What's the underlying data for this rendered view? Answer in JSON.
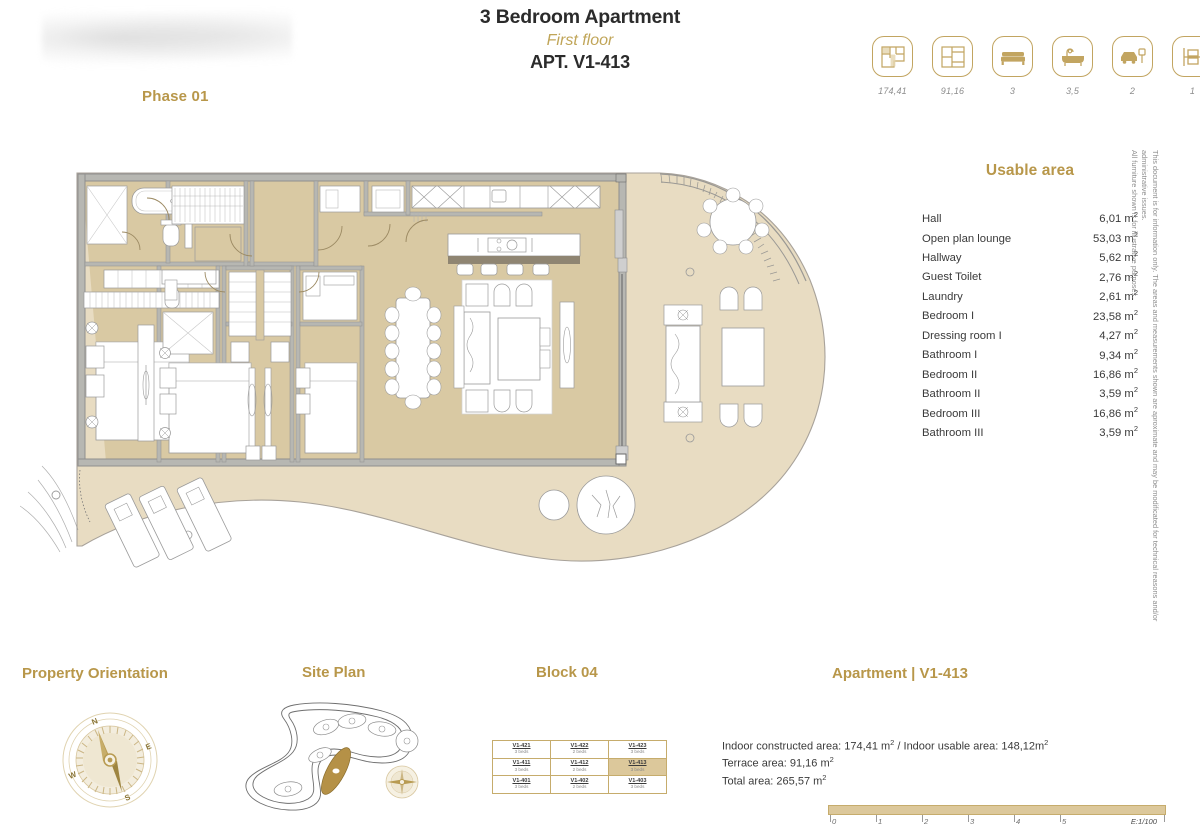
{
  "header": {
    "phase": "Phase 01",
    "title": "3 Bedroom Apartment",
    "floor": "First floor",
    "apartment": "APT. V1-413"
  },
  "spec_icons": [
    {
      "name": "floorplan-icon",
      "value": "174,41"
    },
    {
      "name": "terrace-plan-icon",
      "value": "91,16"
    },
    {
      "name": "bed-icon",
      "value": "3"
    },
    {
      "name": "bathtub-icon",
      "value": "3,5"
    },
    {
      "name": "car-parking-icon",
      "value": "2"
    },
    {
      "name": "storage-icon",
      "value": "1"
    }
  ],
  "usable_area": {
    "title": "Usable area",
    "rows": [
      {
        "room": "Hall",
        "area": "6,01 m"
      },
      {
        "room": "Open plan lounge",
        "area": "53,03 m"
      },
      {
        "room": "Hallway",
        "area": "5,62 m"
      },
      {
        "room": "Guest Toilet",
        "area": "2,76 m"
      },
      {
        "room": "Laundry",
        "area": "2,61 m"
      },
      {
        "room": "Bedroom I",
        "area": "23,58 m"
      },
      {
        "room": "Dressing room I",
        "area": "4,27 m"
      },
      {
        "room": "Bathroom I",
        "area": "9,34 m"
      },
      {
        "room": "Bedroom II",
        "area": "16,86 m"
      },
      {
        "room": "Bathroom II",
        "area": "3,59 m"
      },
      {
        "room": "Bedroom III",
        "area": "16,86 m"
      },
      {
        "room": "Bathroom III",
        "area": "3,59 m"
      }
    ]
  },
  "disclaimer": {
    "line1": "This document is for information only. The areas and measurements shown are aproximate and may be modificated for technical reasons and/or administrative issues.",
    "line2": "All furniture shown is for illustrative purposes."
  },
  "sections": {
    "orientation_title": "Property Orientation",
    "site_plan_title": "Site Plan",
    "block_title": "Block 04",
    "apartment_title": "Apartment | V1-413"
  },
  "compass": {
    "n": "N",
    "e": "E",
    "s": "S",
    "w": "W"
  },
  "block_table": {
    "rows": [
      [
        {
          "code": "V1-421",
          "beds": "3 beds",
          "highlight": false
        },
        {
          "code": "V1-422",
          "beds": "2 beds",
          "highlight": false
        },
        {
          "code": "V1-423",
          "beds": "3 beds",
          "highlight": false
        }
      ],
      [
        {
          "code": "V1-411",
          "beds": "3 beds",
          "highlight": false
        },
        {
          "code": "V1-412",
          "beds": "2 beds",
          "highlight": false
        },
        {
          "code": "V1-413",
          "beds": "3 beds",
          "highlight": true
        }
      ],
      [
        {
          "code": "V1-401",
          "beds": "3 beds",
          "highlight": false
        },
        {
          "code": "V1-402",
          "beds": "2 beds",
          "highlight": false
        },
        {
          "code": "V1-403",
          "beds": "3 beds",
          "highlight": false
        }
      ]
    ]
  },
  "apartment_areas": {
    "line1_a": "Indoor constructed area: 174,41  m",
    "line1_b": " / Indoor usable area: 148,12m",
    "line2": "Terrace area: 91,16  m",
    "line3": "Total area: 265,57 m"
  },
  "scale": {
    "ticks": [
      "0",
      "1",
      "2",
      "3",
      "4",
      "5"
    ],
    "label": "E:1/100"
  },
  "colors": {
    "gold": "#B8974A",
    "gold_light": "#C2A561",
    "floor_fill": "#D9C9A3",
    "terrace_fill": "#E8DCC2",
    "wall": "#9a9a9a"
  }
}
